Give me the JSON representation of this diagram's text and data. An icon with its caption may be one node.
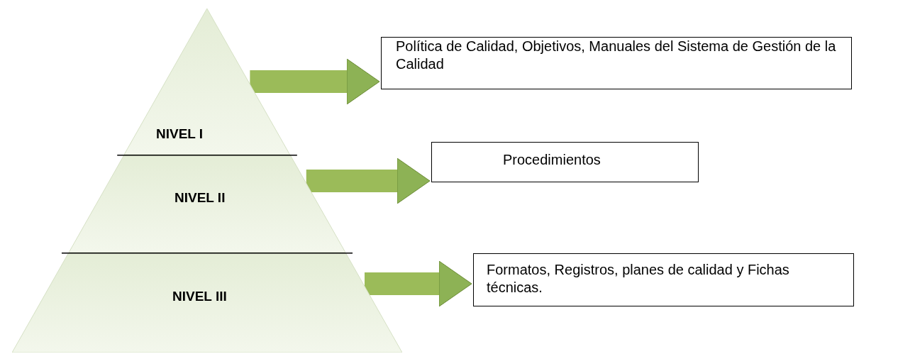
{
  "diagram": {
    "nodes": [
      {
        "text": [
          "NIVEL I"
        ]
      },
      {
        "text": [
          "NIVEL II"
        ]
      },
      {
        "text": [
          "NIVEL III"
        ]
      },
      {
        "text": [
          "Política de Calidad, Objetivos, Manuales del Sistema de Gestión de la Calidad"
        ]
      },
      {
        "text": [
          "Procedimientos"
        ]
      },
      {
        "text": [
          "Formatos, Registros, planes de calidad y Fichas técnicas."
        ]
      }
    ],
    "edges": [
      {
        "from": 0,
        "to": 3,
        "arrow": "to"
      },
      {
        "from": 1,
        "to": 4,
        "arrow": "to"
      },
      {
        "from": 2,
        "to": 5,
        "arrow": "to"
      }
    ]
  }
}
